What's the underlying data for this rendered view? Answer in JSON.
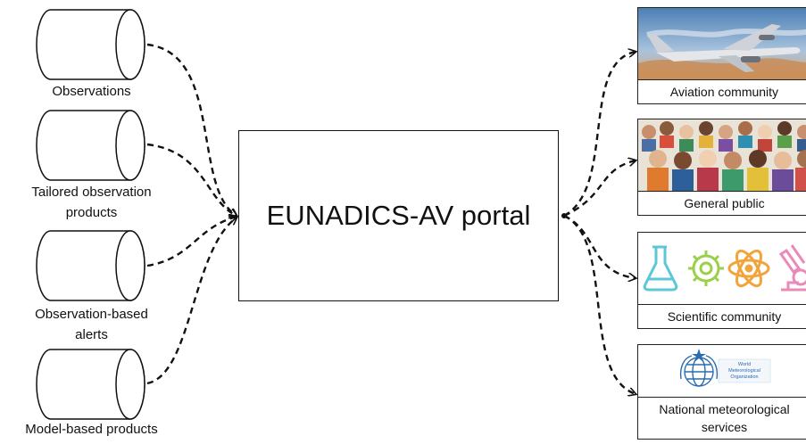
{
  "sources": [
    {
      "label": "Observations"
    },
    {
      "label": "Tailored observation\nproducts"
    },
    {
      "label": "Observation-based\nalerts"
    },
    {
      "label": "Model-based products"
    }
  ],
  "portal": {
    "label": "EUNADICS-AV portal"
  },
  "targets": [
    {
      "label": "Aviation community",
      "icon": "airplane-photo-icon"
    },
    {
      "label": "General public",
      "icon": "crowd-photo-icon"
    },
    {
      "label": "Scientific community",
      "icon": "science-icons"
    },
    {
      "label": "National meteorological\nservices",
      "icon": "wmo-logo-icon",
      "logo_text": [
        "World",
        "Meteorological",
        "Organization"
      ]
    }
  ],
  "colors": {
    "flask": "#5bc8d8",
    "gear": "#9ad04a",
    "atom": "#f2a43a",
    "microscope": "#e98ab8",
    "wmo_blue": "#2a6cb0"
  }
}
